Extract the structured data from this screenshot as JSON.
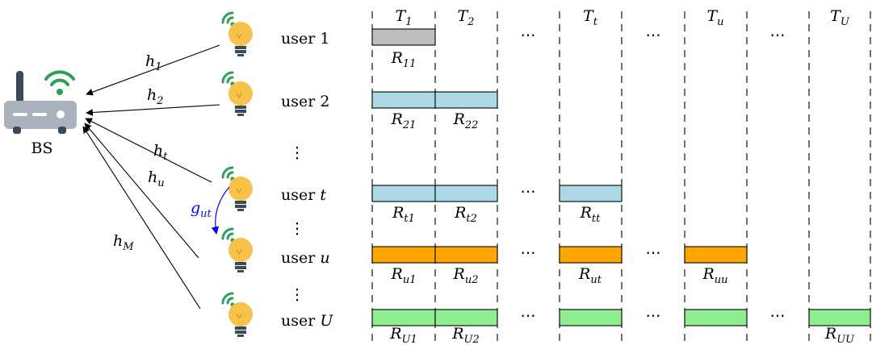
{
  "bs": {
    "label": "BS"
  },
  "users": [
    {
      "id": "1",
      "label": "user 1"
    },
    {
      "id": "2",
      "label": "user 2"
    },
    {
      "id": "t",
      "label": "user t"
    },
    {
      "id": "u",
      "label": "user u"
    },
    {
      "id": "U",
      "label": "user U"
    }
  ],
  "channels": [
    {
      "name": "h",
      "sub": "1"
    },
    {
      "name": "h",
      "sub": "2"
    },
    {
      "name": "h",
      "sub": "t"
    },
    {
      "name": "h",
      "sub": "u"
    },
    {
      "name": "h",
      "sub": "M"
    }
  ],
  "interference": {
    "name": "g",
    "sub": "ut"
  },
  "slots": [
    {
      "name": "T",
      "sub": "1"
    },
    {
      "name": "T",
      "sub": "2"
    },
    {
      "name": "T",
      "sub": "t"
    },
    {
      "name": "T",
      "sub": "u"
    },
    {
      "name": "T",
      "sub": "U"
    }
  ],
  "rates": {
    "row1": [
      {
        "name": "R",
        "sub": "11"
      }
    ],
    "row2": [
      {
        "name": "R",
        "sub": "21"
      },
      {
        "name": "R",
        "sub": "22"
      }
    ],
    "rowt": [
      {
        "name": "R",
        "sub": "t1"
      },
      {
        "name": "R",
        "sub": "t2"
      },
      {
        "name": "R",
        "sub": "tt"
      }
    ],
    "rowu": [
      {
        "name": "R",
        "sub": "u1"
      },
      {
        "name": "R",
        "sub": "u2"
      },
      {
        "name": "R",
        "sub": "ut"
      },
      {
        "name": "R",
        "sub": "uu"
      }
    ],
    "rowU": [
      {
        "name": "R",
        "sub": "U1"
      },
      {
        "name": "R",
        "sub": "U2"
      },
      {
        "name": "R",
        "sub": "UU"
      }
    ]
  },
  "ellipsis": "⋯",
  "vdots": "⋮",
  "colors": {
    "gray": "#bebebe",
    "blue": "#add8e6",
    "orange": "#ffa500",
    "green": "#90ee90",
    "interference_arrow": "#0000ff",
    "wifi_green": "#2e9e5b",
    "bulb_yellow": "#f7c24a"
  }
}
